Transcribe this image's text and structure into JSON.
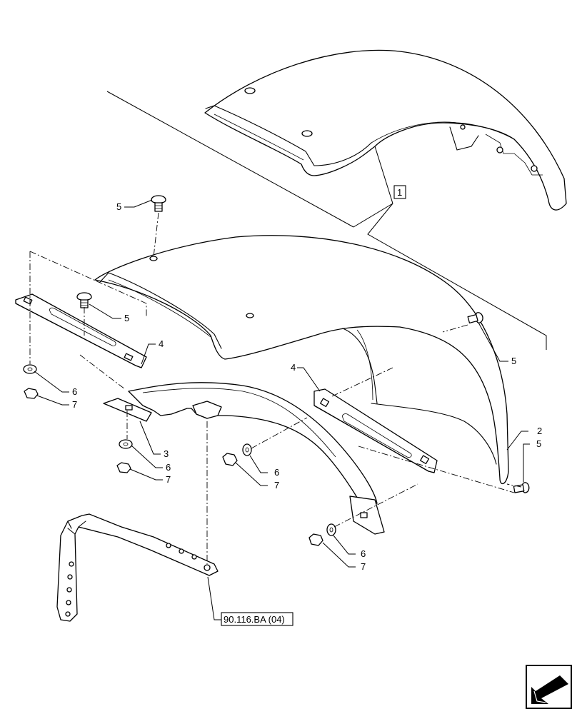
{
  "diagram": {
    "callouts": {
      "c1": "1",
      "c2": "2",
      "c3": "3",
      "c4a": "4",
      "c4b": "4",
      "c5a": "5",
      "c5b": "5",
      "c5c": "5",
      "c5d": "5",
      "c6a": "6",
      "c6b": "6",
      "c6c": "6",
      "c6d": "6",
      "c7a": "7",
      "c7b": "7",
      "c7c": "7",
      "c7d": "7"
    },
    "reference_label": "90.116.BA (04)",
    "nav_icon": "arrow-icon"
  }
}
